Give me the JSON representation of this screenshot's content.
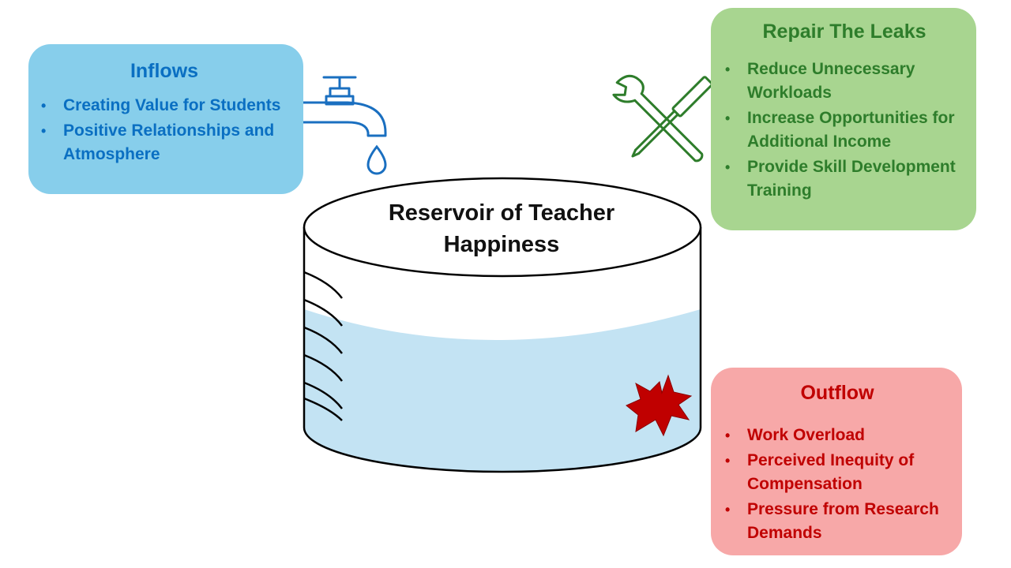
{
  "inflows": {
    "title": "Inflows",
    "items": [
      "Creating Value for Students",
      "Positive Relationships and Atmosphere"
    ],
    "bg_color": "#87CEEB",
    "text_color": "#0a6fc2"
  },
  "repair": {
    "title": "Repair The Leaks",
    "items": [
      "Reduce Unnecessary Workloads",
      "Increase Opportunities for Additional Income",
      "Provide Skill Development Training"
    ],
    "bg_color": "#a8d590",
    "text_color": "#2e7d2b"
  },
  "outflow": {
    "title": "Outflow",
    "items": [
      "Work Overload",
      "Perceived Inequity of Compensation",
      "Pressure from Research Demands"
    ],
    "bg_color": "#f7a8a8",
    "text_color": "#c00000"
  },
  "reservoir": {
    "title": "Reservoir of Teacher Happiness",
    "water_color": "#c3e3f3"
  },
  "icons": [
    "faucet-icon",
    "water-drop-icon",
    "tools-icon",
    "leak-burst-icon"
  ]
}
